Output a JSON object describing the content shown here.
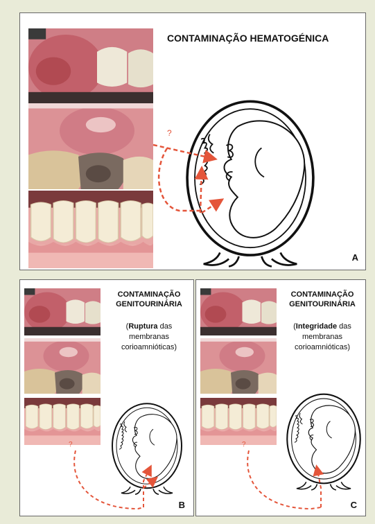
{
  "panel_a": {
    "title": "CONTAMINAÇÃO HEMATOGÉNICA",
    "question_mark": "?",
    "letter": "A"
  },
  "panel_b": {
    "title_line1": "CONTAMINAÇÃO",
    "title_line2": "GENITOURINÁRIA",
    "paren_bold": "Ruptura",
    "paren_rest1": " das",
    "paren_line2": "membranas",
    "paren_line3": "corioamnióticas)",
    "paren_open": "(",
    "question_mark": "?",
    "letter": "B"
  },
  "panel_c": {
    "title_line1": "CONTAMINAÇÃO",
    "title_line2": "GENITOURINÁRIA",
    "paren_bold": "Integridade",
    "paren_rest1": " das",
    "paren_line2": "membranas",
    "paren_line3": "corioamnióticas)",
    "paren_open": "(",
    "question_mark": "?",
    "letter": "C"
  },
  "colors": {
    "arrow": "#e4553a",
    "background": "#e9ebd8"
  }
}
